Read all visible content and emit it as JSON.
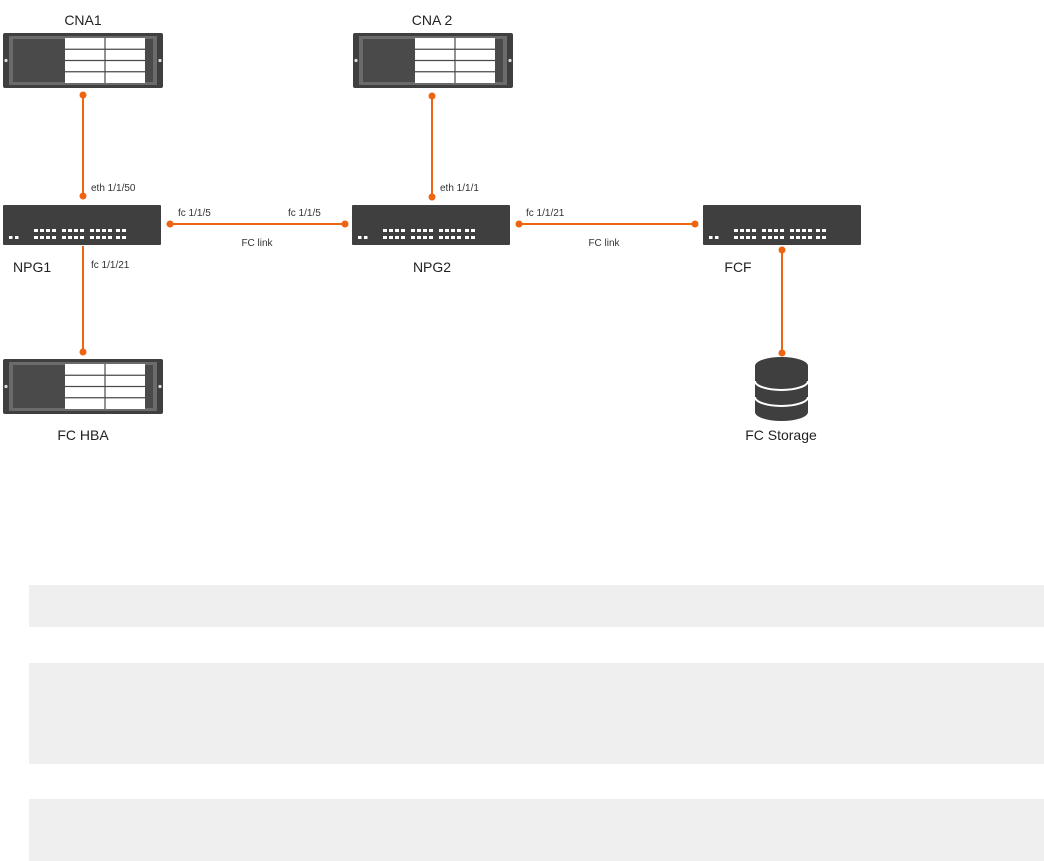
{
  "diagram": {
    "link_color": "#ee6411",
    "device_color": "#3f3f3f",
    "nodes": {
      "cna1": "CNA1",
      "cna2": "CNA 2",
      "npg1": "NPG1",
      "npg2": "NPG2",
      "fcf": "FCF",
      "fc_hba": "FC HBA",
      "fc_storage": "FC Storage"
    },
    "ports": {
      "npg1_eth": "eth 1/1/50",
      "npg1_fc_right": "fc 1/1/5",
      "npg1_fc_down": "fc 1/1/21",
      "npg2_fc_left": "fc 1/1/5",
      "npg2_eth": "eth 1/1/1",
      "npg2_fc_right": "fc 1/1/21"
    },
    "links": {
      "npg1_npg2": "FC link",
      "npg2_fcf": "FC link"
    }
  }
}
